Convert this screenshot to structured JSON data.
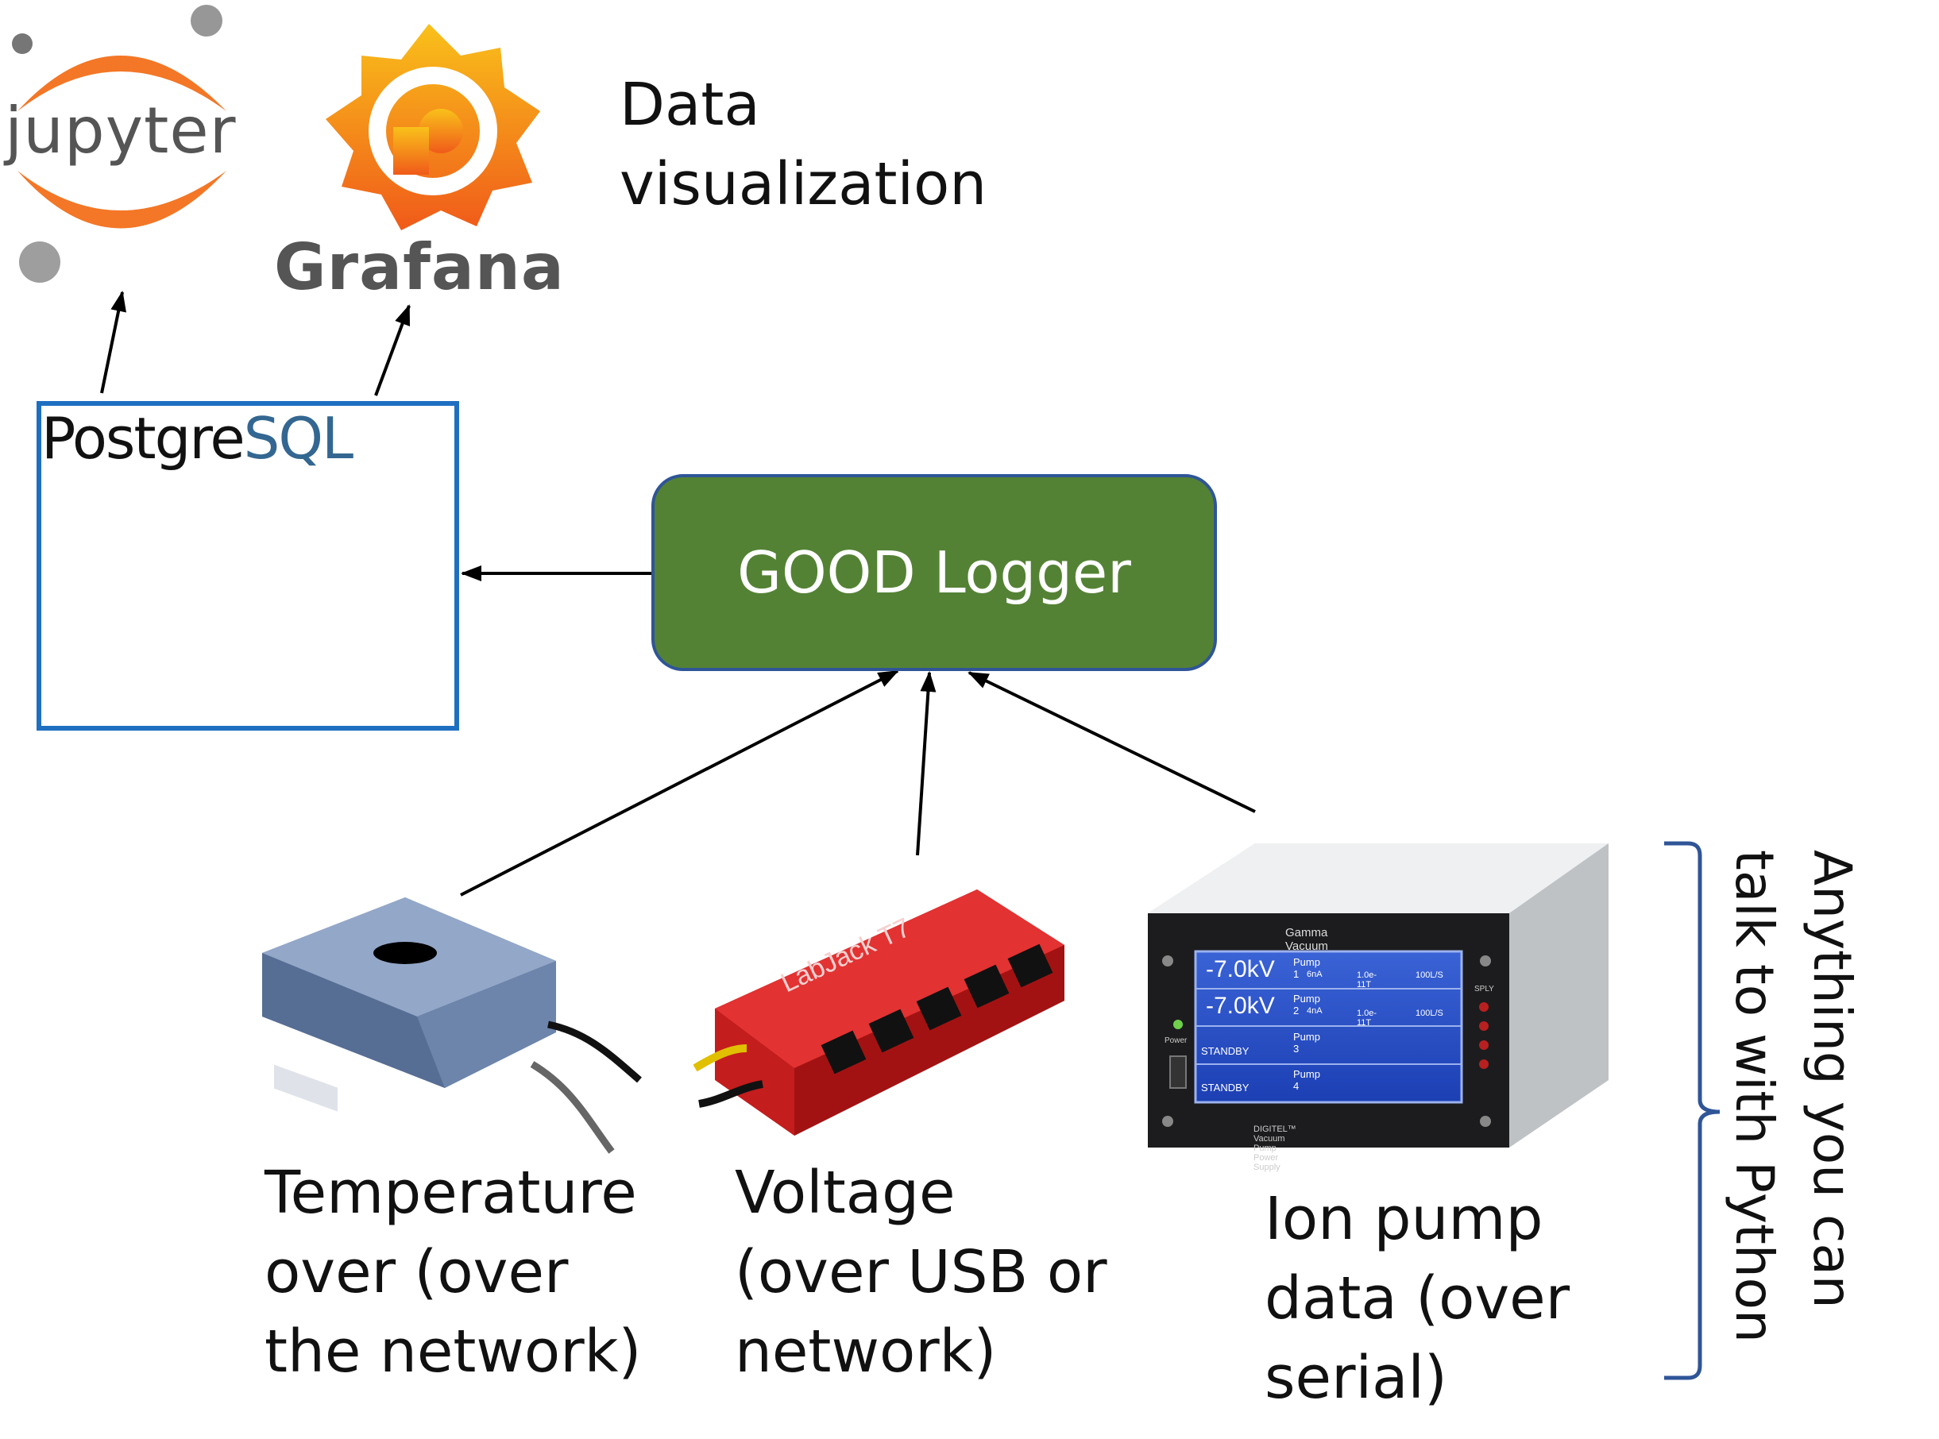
{
  "diagram": {
    "data_viz_label": "Data\nvisualization",
    "logger_label": "GOOD Logger",
    "logos": {
      "jupyter": "jupyter",
      "grafana": "Grafana",
      "postgres_prefix": "Postgre",
      "postgres_suffix": "SQL"
    },
    "devices": [
      {
        "label": "Temperature\nover (over\nthe network)"
      },
      {
        "label": "Voltage\n(over USB or\nnetwork)"
      },
      {
        "label": "Ion pump\ndata (over\nserial)"
      }
    ],
    "device_screen": {
      "brand": "Gamma Vacuum",
      "rows": [
        {
          "value": "-7.0kV",
          "pump": "Pump 1",
          "current": "6nA",
          "pressure": "1.0e-11T",
          "speed": "100L/S"
        },
        {
          "value": "-7.0kV",
          "pump": "Pump 2",
          "current": "4nA",
          "pressure": "1.0e-11T",
          "speed": "100L/S"
        },
        {
          "value": "STANDBY",
          "pump": "Pump 3"
        },
        {
          "value": "STANDBY",
          "pump": "Pump 4"
        }
      ],
      "footer": "DIGITEL™ Vacuum Pump Power Supply",
      "side_label": "SPLY",
      "power_label": "Power"
    },
    "labjack_text": "LabJack T7",
    "bracket_label": "Anything you can\ntalk to with Python",
    "colors": {
      "logger_fill": "#548235",
      "logger_border": "#2f5597",
      "postgres_border": "#1f6fc1",
      "postgres_blue": "#336791",
      "jupyter_orange": "#f37726",
      "grafana_orange": "#f46800",
      "bracket": "#2f5597"
    }
  }
}
